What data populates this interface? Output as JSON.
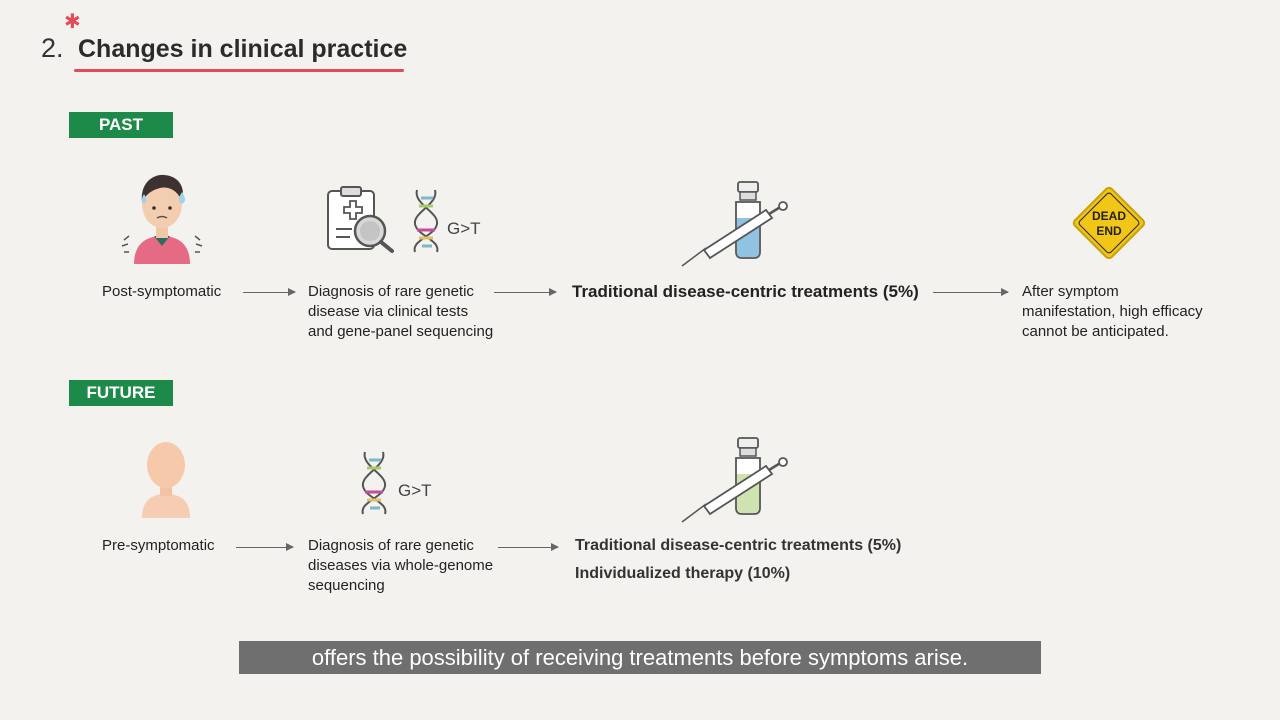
{
  "heading": {
    "number": "2.",
    "title": "Changes in clinical practice"
  },
  "past": {
    "badge": "PAST",
    "step1": "Post-symptomatic",
    "step2": [
      "Diagnosis of rare genetic",
      "disease via clinical tests",
      "and gene-panel sequencing"
    ],
    "mutation": "G>T",
    "step3": "Traditional disease-centric treatments (5%)",
    "sign": [
      "DEAD",
      "END"
    ],
    "step4": [
      "After symptom",
      "manifestation, high efficacy",
      "cannot be anticipated."
    ]
  },
  "future": {
    "badge": "FUTURE",
    "step1": "Pre-symptomatic",
    "step2": [
      "Diagnosis of rare genetic",
      "diseases via whole-genome",
      "sequencing"
    ],
    "mutation": "G>T",
    "step3": [
      "Traditional disease-centric treatments (5%)",
      "Individualized therapy (10%)"
    ]
  },
  "caption": "offers the possibility of receiving treatments before symptoms arise.",
  "colors": {
    "accent_red": "#e24b5a",
    "badge_green": "#1e8a4a",
    "sign_yellow": "#f2c617"
  },
  "icons": [
    "sweating-patient-icon",
    "clipboard-magnifier-icon",
    "dna-helix-icon",
    "vaccine-vial-syringe-icon",
    "dead-end-sign-icon",
    "healthy-person-icon"
  ]
}
